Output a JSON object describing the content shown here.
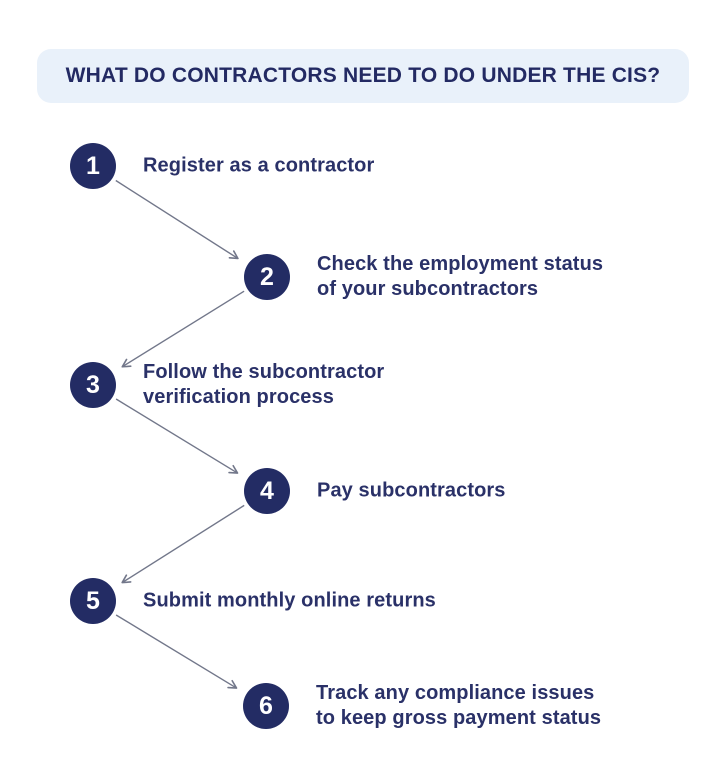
{
  "header": {
    "title": "WHAT DO CONTRACTORS NEED TO DO UNDER THE CIS?"
  },
  "steps": [
    {
      "number": "1",
      "label": "Register as a contractor"
    },
    {
      "number": "2",
      "label": "Check the employment status\nof your subcontractors"
    },
    {
      "number": "3",
      "label": "Follow the subcontractor\nverification process"
    },
    {
      "number": "4",
      "label": "Pay subcontractors"
    },
    {
      "number": "5",
      "label": "Submit monthly online returns"
    },
    {
      "number": "6",
      "label": "Track any compliance issues\nto keep gross payment status"
    }
  ],
  "colors": {
    "background": "#ffffff",
    "header_bg": "#e9f1fa",
    "title_text": "#232a63",
    "circle_fill": "#232c64",
    "circle_number": "#ffffff",
    "step_text": "#2a3168",
    "arrow": "#72778a"
  }
}
